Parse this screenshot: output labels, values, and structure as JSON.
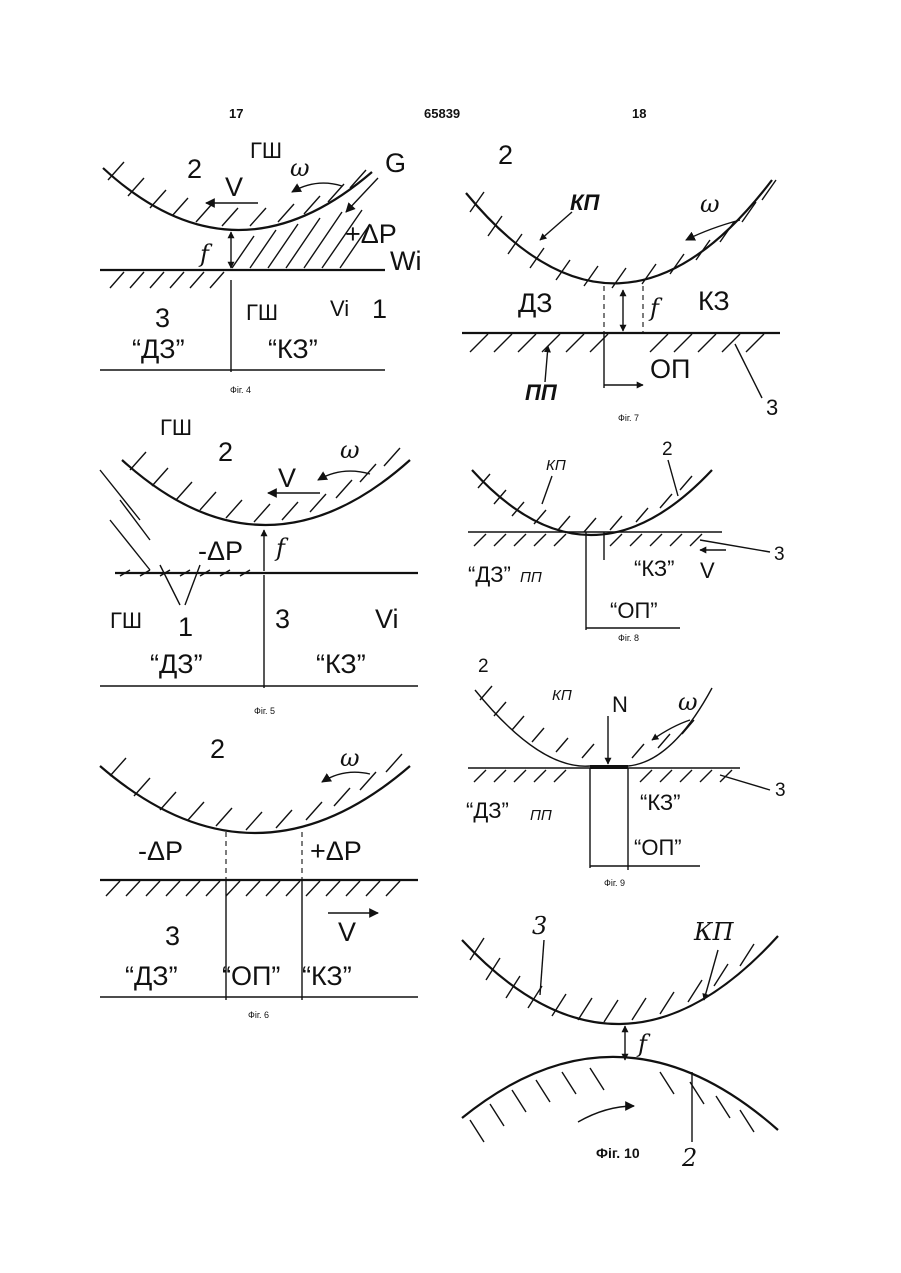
{
  "header": {
    "left_page": "17",
    "patent_number": "65839",
    "right_page": "18"
  },
  "figures": [
    {
      "caption": "Фіг. 4",
      "labels": {
        "n2": "2",
        "gsh_top": "ГШ",
        "v": "V",
        "omega": "ω",
        "g": "G",
        "plus_dp": "+ΔP",
        "wi": "Wi",
        "f": "f",
        "n3": "3",
        "gsh_bottom": "ГШ",
        "vi": "Vi",
        "n1": "1",
        "dz": "“ДЗ”",
        "kz": "“КЗ”"
      }
    },
    {
      "caption": "Фіг. 5",
      "labels": {
        "gsh_top": "ГШ",
        "n2": "2",
        "v": "V",
        "omega": "ω",
        "minus_dp": "-ΔP",
        "f": "f",
        "gsh_bottom": "ГШ",
        "n1": "1",
        "n3": "3",
        "vi": "Vi",
        "dz": "“ДЗ”",
        "kz": "“КЗ”"
      }
    },
    {
      "caption": "Фіг. 6",
      "labels": {
        "n2": "2",
        "omega": "ω",
        "minus_dp": "-ΔP",
        "plus_dp": "+ΔP",
        "n3": "3",
        "v": "V",
        "dz": "“ДЗ”",
        "op": "“ОП”",
        "kz": "“КЗ”"
      }
    },
    {
      "caption": "Фіг. 7",
      "labels": {
        "n2": "2",
        "kp": "КП",
        "omega": "ω",
        "dz": "ДЗ",
        "f": "f",
        "kz": "КЗ",
        "pp": "ПП",
        "op": "ОП",
        "n3": "3"
      }
    },
    {
      "caption": "Фіг. 8",
      "labels": {
        "kp": "КП",
        "n2": "2",
        "dz": "“ДЗ”",
        "pp": "ПП",
        "kz": "“КЗ”",
        "v": "V",
        "n3": "3",
        "op": "“ОП”"
      }
    },
    {
      "caption": "Фіг. 9",
      "labels": {
        "n2": "2",
        "kp": "КП",
        "n": "N",
        "omega": "ω",
        "n3": "3",
        "dz": "“ДЗ”",
        "pp": "ПП",
        "kz": "“КЗ”",
        "op": "“ОП”"
      }
    },
    {
      "caption": "Фіг. 10",
      "labels": {
        "n3": "3",
        "kp": "КП",
        "f": "f",
        "n2": "2"
      }
    }
  ]
}
